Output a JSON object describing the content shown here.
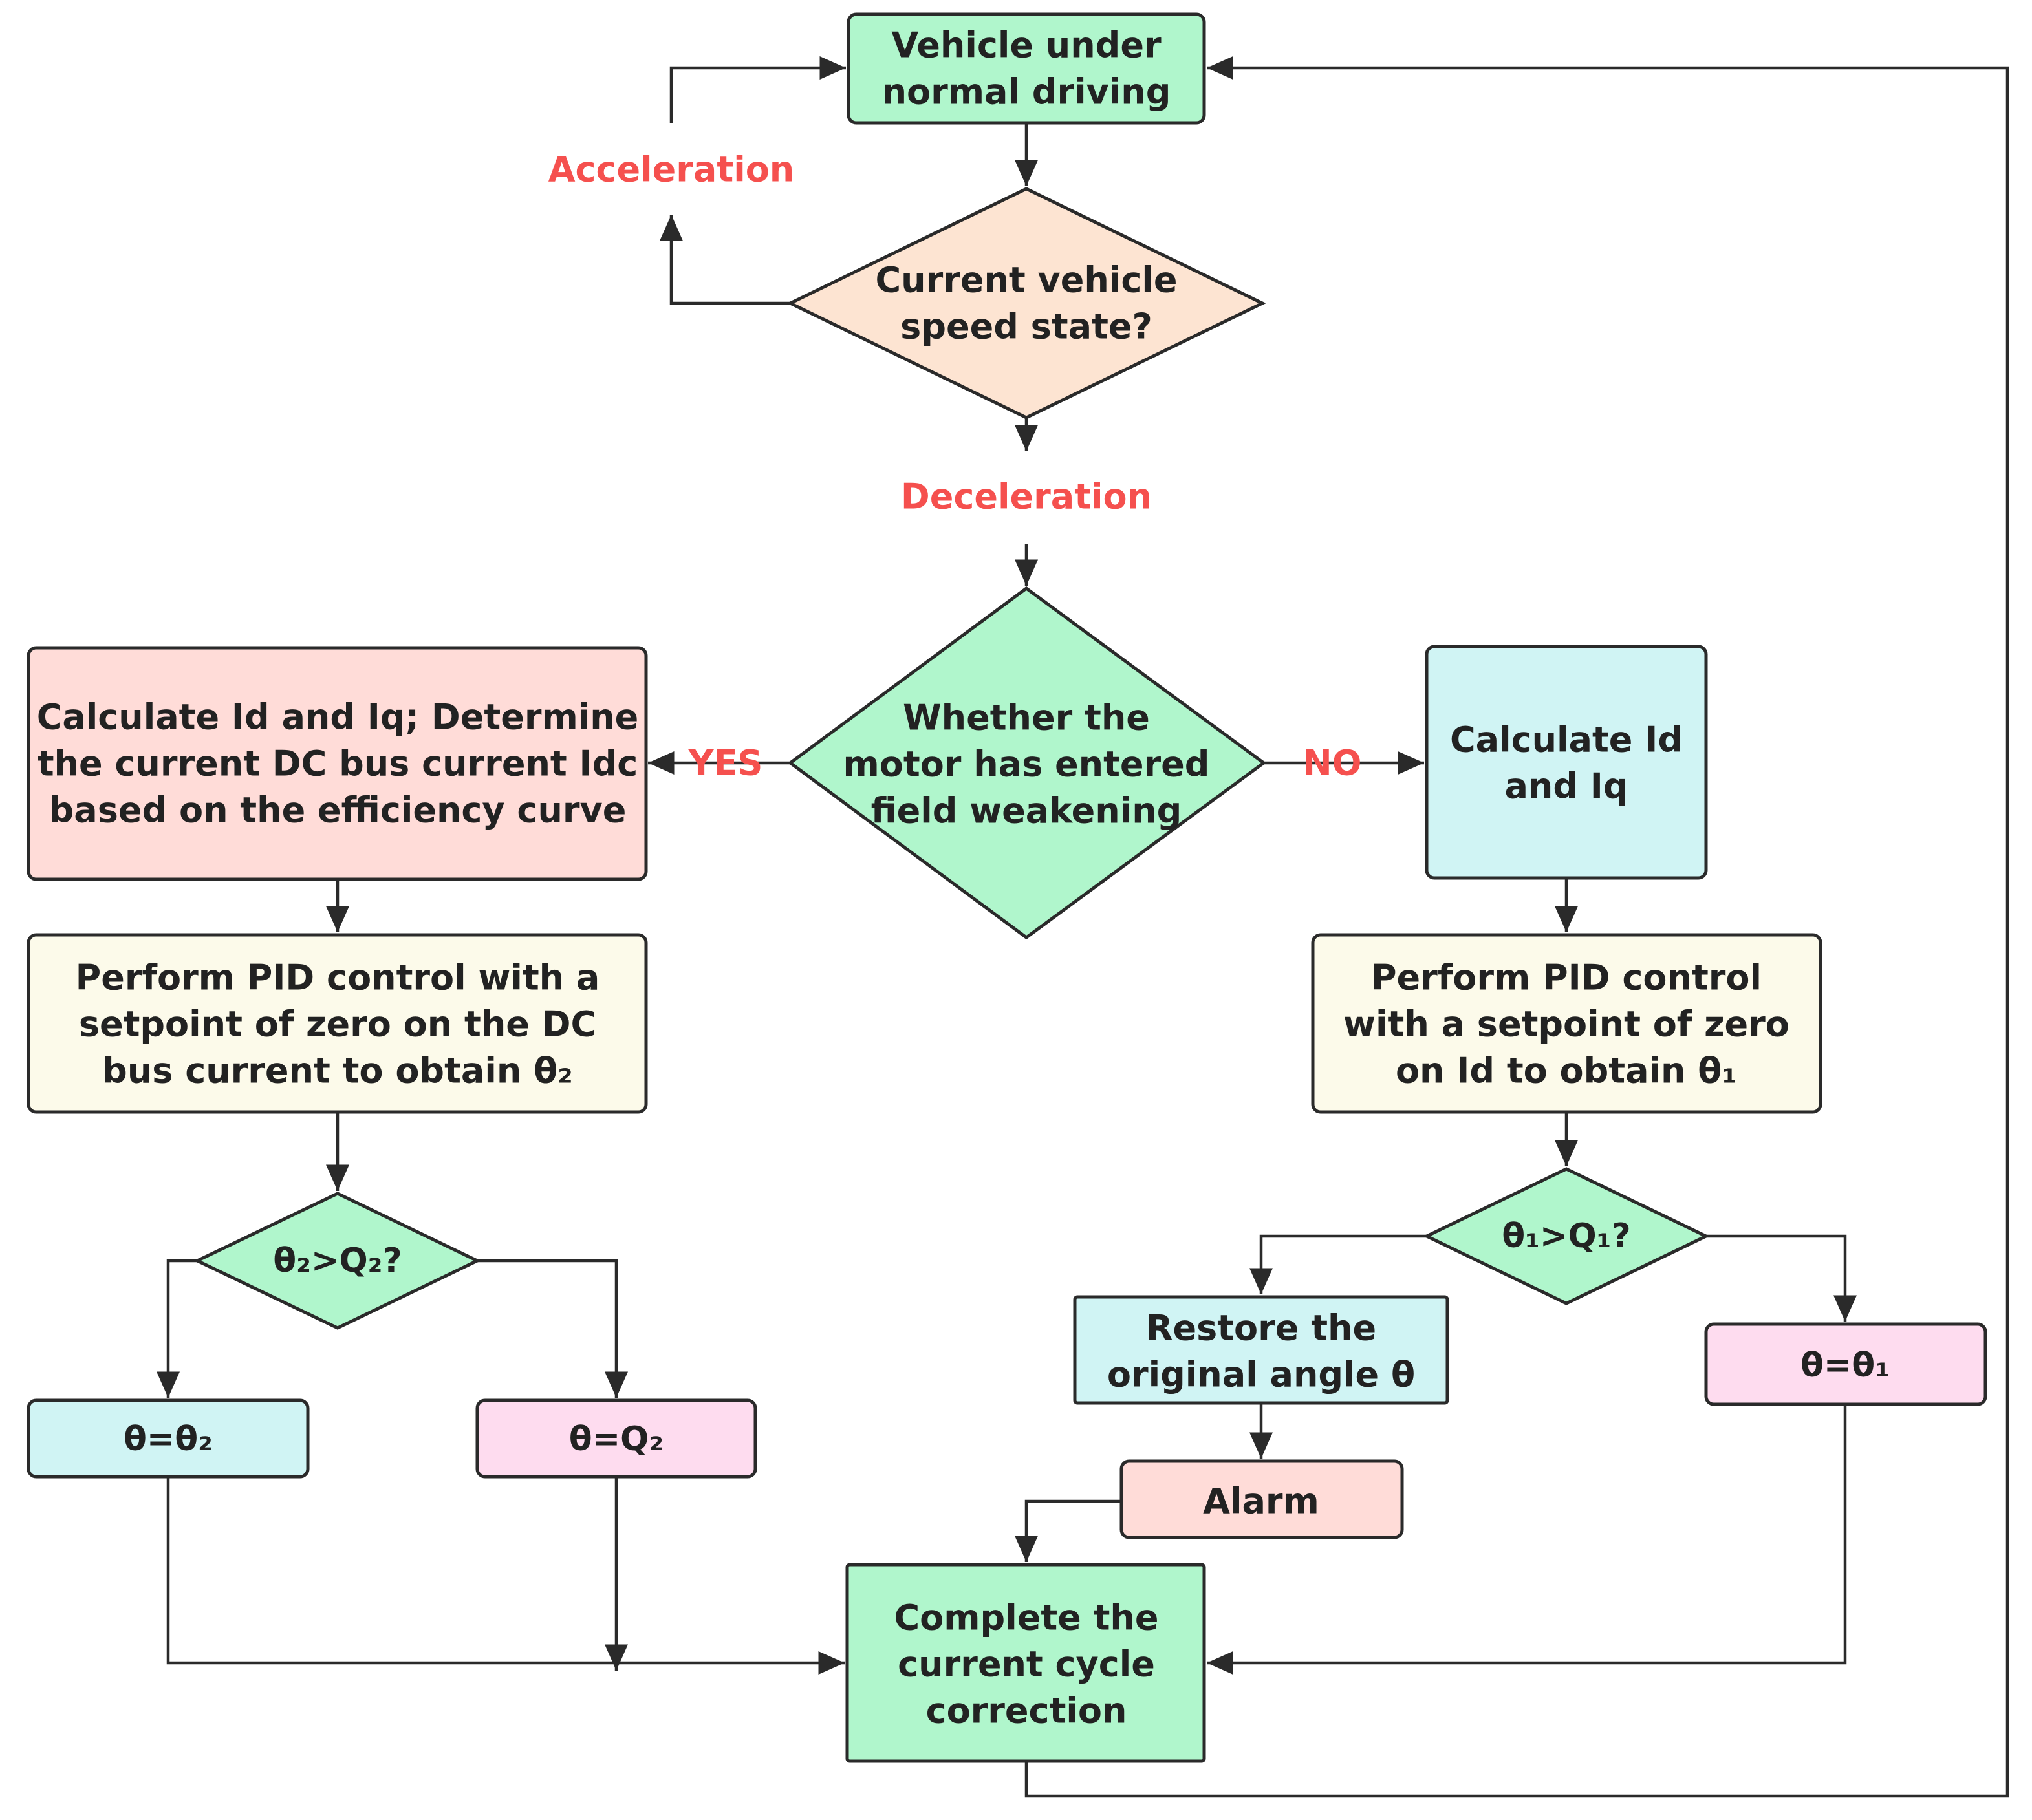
{
  "colors": {
    "green": "#b0f6cc",
    "peach": "#fde4d2",
    "pink": "#ffdcd8",
    "cyan": "#d0f4f4",
    "cream": "#fcfaea",
    "mauve": "#fedcef",
    "label_red": "#f5504e",
    "line": "#2a2a2a"
  },
  "nodes": {
    "start": {
      "lines": [
        "Vehicle under",
        "normal driving"
      ]
    },
    "speed_state": {
      "lines": [
        "Current vehicle",
        "speed state?"
      ]
    },
    "field_weakening": {
      "lines": [
        "Whether the",
        "motor has entered",
        "field weakening"
      ]
    },
    "calc_yes": {
      "lines": [
        "Calculate Id and Iq; Determine",
        "the current DC bus current Idc",
        "based on the efficiency curve"
      ]
    },
    "calc_no": {
      "lines": [
        "Calculate Id",
        "and Iq"
      ]
    },
    "pid_left": {
      "lines": [
        "Perform PID control with a",
        "setpoint of zero on the DC",
        "bus current to obtain θ₂"
      ]
    },
    "pid_right": {
      "lines": [
        "Perform PID control",
        "with a setpoint of zero",
        "on Id to obtain θ₁"
      ]
    },
    "cmp_left": {
      "lines": [
        "θ₂>Q₂?"
      ]
    },
    "cmp_right": {
      "lines": [
        "θ₁>Q₁?"
      ]
    },
    "theta_eq_theta2": {
      "lines": [
        "θ=θ₂"
      ]
    },
    "theta_eq_q2": {
      "lines": [
        "θ=Q₂"
      ]
    },
    "restore": {
      "lines": [
        "Restore the",
        "original angle θ"
      ]
    },
    "theta_eq_theta1": {
      "lines": [
        "θ=θ₁"
      ]
    },
    "alarm": {
      "lines": [
        "Alarm"
      ]
    },
    "complete": {
      "lines": [
        "Complete the",
        "current cycle",
        "correction"
      ]
    }
  },
  "edge_labels": {
    "acceleration": "Acceleration",
    "deceleration": "Deceleration",
    "yes": "YES",
    "no": "NO"
  }
}
